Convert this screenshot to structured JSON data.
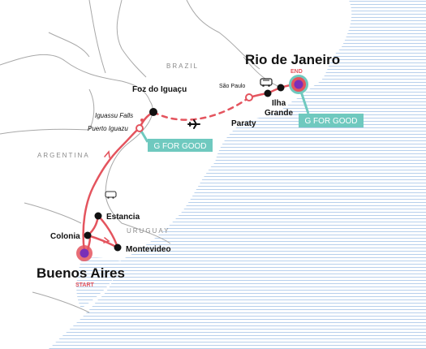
{
  "map": {
    "countries": {
      "brazil": "BRAZIL",
      "argentina": "ARGENTINA",
      "uruguay": "URUGUAY"
    },
    "places": {
      "rio": "Rio de Janeiro",
      "rio_tag": "END",
      "sao_paulo": "São Paulo",
      "ilha_grande_1": "Ilha",
      "ilha_grande_2": "Grande",
      "paraty": "Paraty",
      "foz": "Foz do Iguaçu",
      "iguassu_falls": "Iguassu Falls",
      "puerto_iguazu": "Puerto Iguazu",
      "estancia": "Estancia",
      "colonia": "Colonia",
      "montevideo": "Montevideo",
      "buenos_aires": "Buenos Aires",
      "buenos_aires_tag": "START"
    },
    "badges": {
      "g_for_good_rio": "G FOR GOOD",
      "g_for_good_iguazu": "G FOR GOOD"
    },
    "icons": {
      "bus": "bus-icon",
      "plane": "plane-icon"
    },
    "colors": {
      "route": "#e4545e",
      "marker": "#8a2be2",
      "badge": "#6fc9bf",
      "water": "#a9c7e8",
      "border": "#9a9a9a"
    }
  }
}
